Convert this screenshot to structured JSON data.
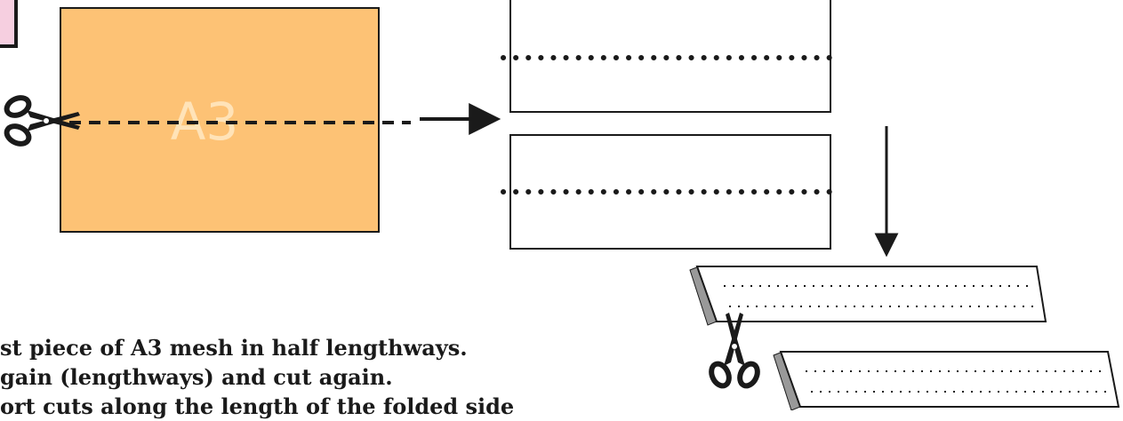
{
  "diagram": {
    "sheet_label": "A3",
    "colors": {
      "sheet_fill": "#fdc275",
      "sheet_label": "#ffe3b8",
      "stroke": "#1a1a1a",
      "badge_fill": "#f6cfe0",
      "strip_fill": "#ffffff",
      "strip_shadow": "#999999"
    },
    "icons": [
      "scissors-icon",
      "arrow-right",
      "arrow-down"
    ]
  },
  "instructions": [
    "st piece of A3 mesh in half lengthways.",
    "gain (lengthways) and cut again.",
    "ort cuts along the length of the folded side"
  ]
}
